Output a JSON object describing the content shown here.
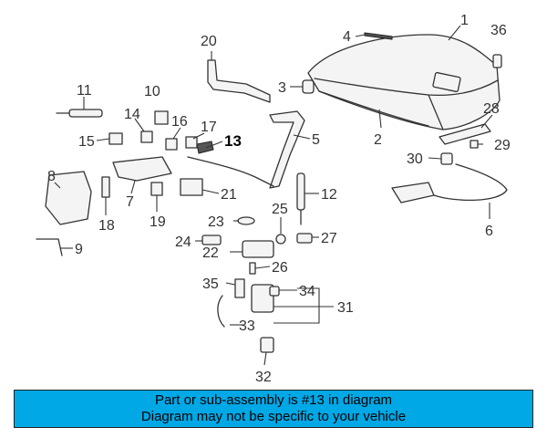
{
  "banner": {
    "line1": "Part or sub-assembly is #13 in diagram",
    "line2": "Diagram may not be specific to your vehicle"
  },
  "highlight_callout": "13",
  "colors": {
    "banner_bg": "#00a8e6",
    "line": "#333333"
  },
  "callouts": [
    {
      "id": "c1",
      "label": "1"
    },
    {
      "id": "c2",
      "label": "2"
    },
    {
      "id": "c3",
      "label": "3"
    },
    {
      "id": "c4",
      "label": "4"
    },
    {
      "id": "c5",
      "label": "5"
    },
    {
      "id": "c6",
      "label": "6"
    },
    {
      "id": "c7",
      "label": "7"
    },
    {
      "id": "c8",
      "label": "8"
    },
    {
      "id": "c9",
      "label": "9"
    },
    {
      "id": "c10",
      "label": "10"
    },
    {
      "id": "c11",
      "label": "11"
    },
    {
      "id": "c12",
      "label": "12"
    },
    {
      "id": "c13",
      "label": "13"
    },
    {
      "id": "c14",
      "label": "14"
    },
    {
      "id": "c15",
      "label": "15"
    },
    {
      "id": "c16",
      "label": "16"
    },
    {
      "id": "c17",
      "label": "17"
    },
    {
      "id": "c18",
      "label": "18"
    },
    {
      "id": "c19",
      "label": "19"
    },
    {
      "id": "c20",
      "label": "20"
    },
    {
      "id": "c21",
      "label": "21"
    },
    {
      "id": "c22",
      "label": "22"
    },
    {
      "id": "c23",
      "label": "23"
    },
    {
      "id": "c24",
      "label": "24"
    },
    {
      "id": "c25",
      "label": "25"
    },
    {
      "id": "c26",
      "label": "26"
    },
    {
      "id": "c27",
      "label": "27"
    },
    {
      "id": "c28",
      "label": "28"
    },
    {
      "id": "c29",
      "label": "29"
    },
    {
      "id": "c30",
      "label": "30"
    },
    {
      "id": "c31",
      "label": "31"
    },
    {
      "id": "c32",
      "label": "32"
    },
    {
      "id": "c33",
      "label": "33"
    },
    {
      "id": "c34",
      "label": "34"
    },
    {
      "id": "c35",
      "label": "35"
    },
    {
      "id": "c36",
      "label": "36"
    }
  ]
}
